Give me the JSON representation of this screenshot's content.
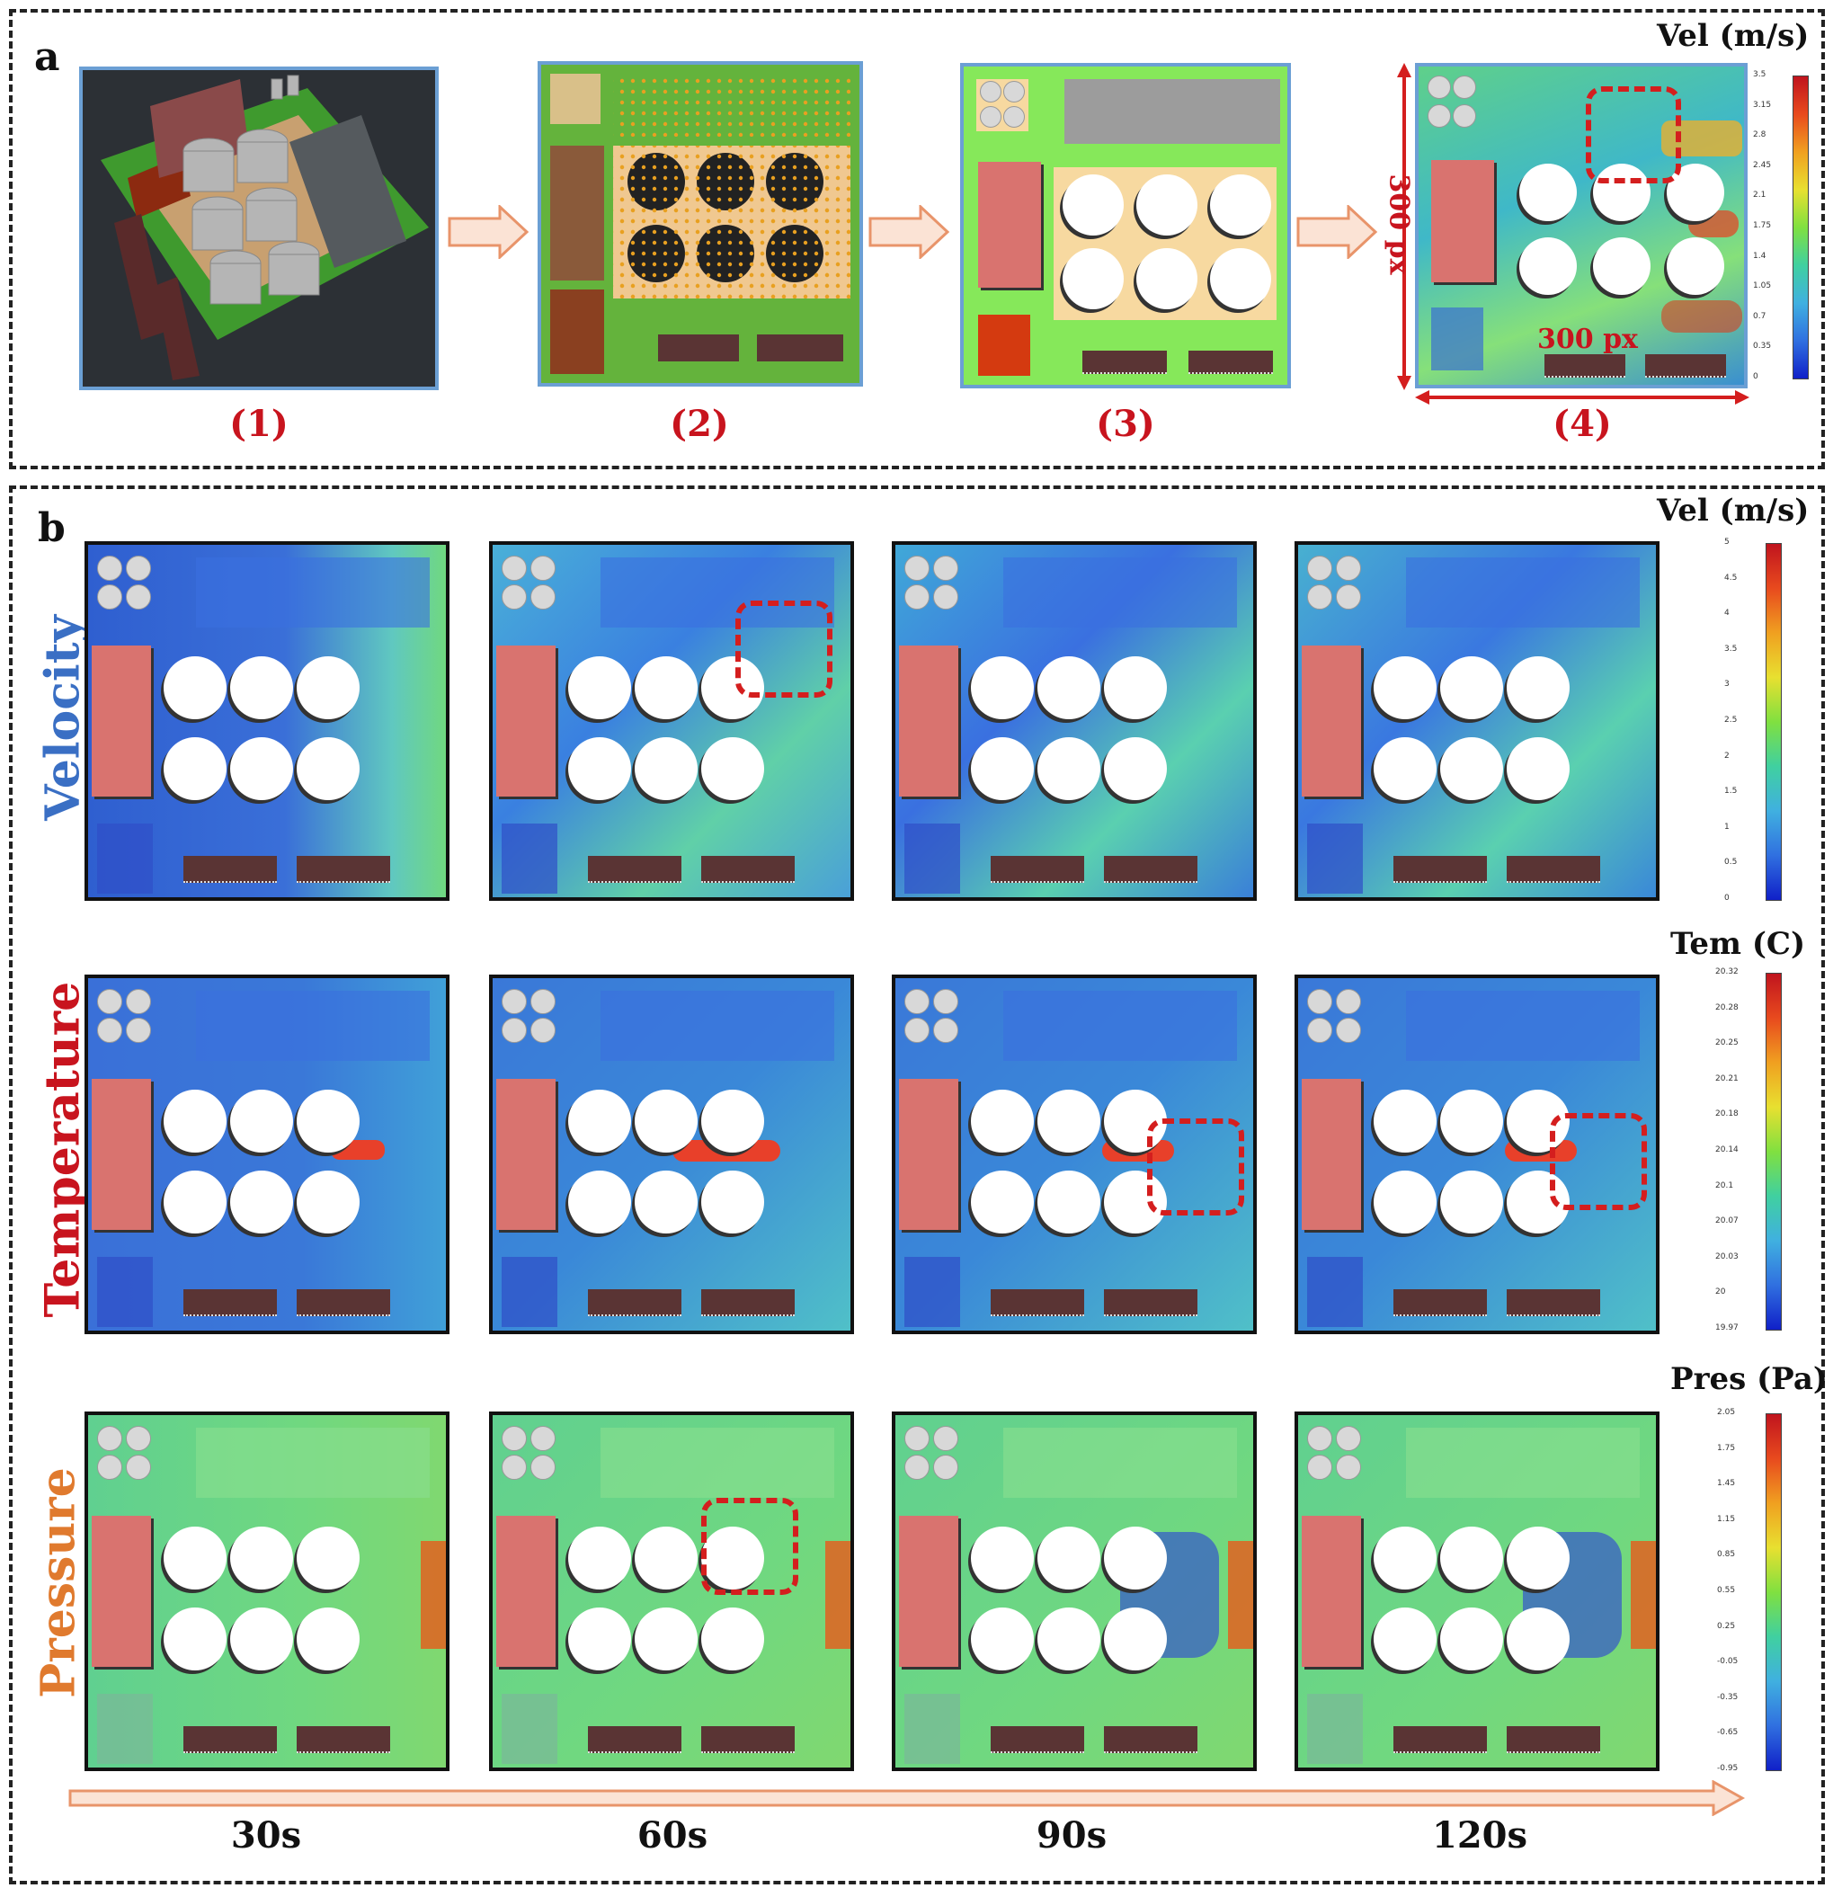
{
  "panel_a": {
    "letter": "a",
    "steps": [
      "(1)",
      "(2)",
      "(3)",
      "(4)"
    ],
    "dim_horizontal": "300 px",
    "dim_vertical": "300 px",
    "colorbar": {
      "title": "Vel (m/s)",
      "ticks": [
        "3.5",
        "3.15",
        "2.8",
        "2.45",
        "2.1",
        "1.75",
        "1.4",
        "1.05",
        "0.7",
        "0.35",
        "0"
      ]
    }
  },
  "panel_b": {
    "letter": "b",
    "rows": [
      {
        "label": "Velocity",
        "color": "#3a6fc4"
      },
      {
        "label": "Temperature",
        "color": "#c8141e"
      },
      {
        "label": "Pressure",
        "color": "#e07a2e"
      }
    ],
    "times": [
      "30s",
      "60s",
      "90s",
      "120s"
    ],
    "colorbars": [
      {
        "title": "Vel (m/s)",
        "ticks": [
          "5",
          "4.5",
          "4",
          "3.5",
          "3",
          "2.5",
          "2",
          "1.5",
          "1",
          "0.5",
          "0"
        ]
      },
      {
        "title": "Tem (C)",
        "ticks": [
          "20.32",
          "20.28",
          "20.25",
          "20.21",
          "20.18",
          "20.14",
          "20.1",
          "20.07",
          "20.03",
          "20",
          "19.97"
        ]
      },
      {
        "title": "Pres (Pa)",
        "ticks": [
          "2.05",
          "1.75",
          "1.45",
          "1.15",
          "0.85",
          "0.55",
          "0.25",
          "-0.05",
          "-0.35",
          "-0.65",
          "-0.95"
        ]
      }
    ]
  },
  "colors": {
    "dashed_border": "#222222",
    "highlight": "#d41e1e",
    "frame_a": "#6b9fd4",
    "arrow": "#f2b79a"
  }
}
